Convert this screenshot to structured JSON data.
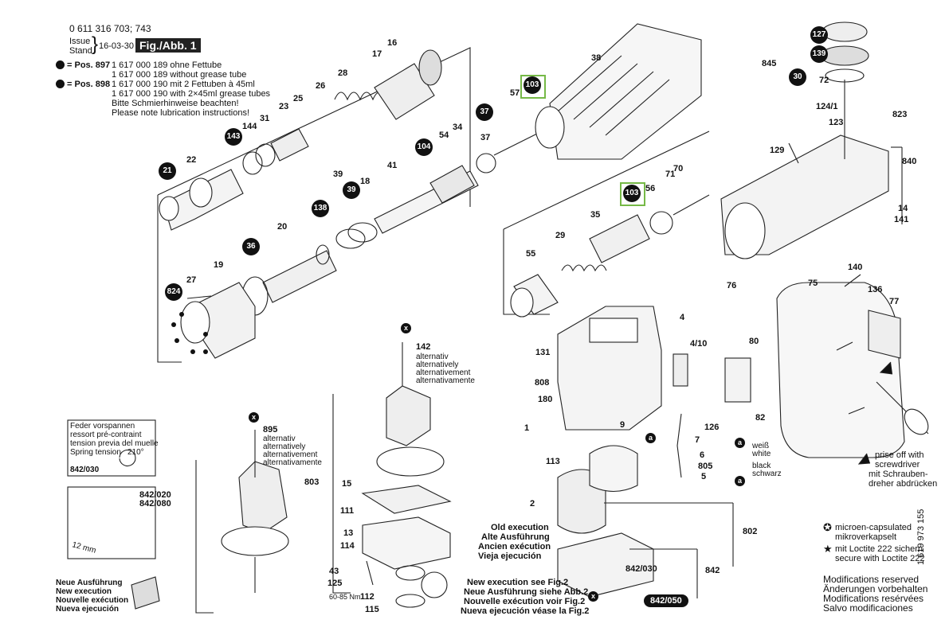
{
  "header": {
    "part_no": "0 611 316 703; 743",
    "issue_label": "Issue",
    "stand_label": "Stand",
    "issue_date": "16-03-30",
    "fig_label": "Fig./Abb. 1"
  },
  "grease": [
    {
      "pos": "= Pos. 897",
      "lines": [
        "1 617 000 189 ohne Fettube",
        "1 617 000 189 without grease tube"
      ]
    },
    {
      "pos": "= Pos. 898",
      "lines": [
        "1 617 000 190 mit 2 Fettuben à 45ml",
        "1 617 000 190 with 2×45ml grease tubes"
      ]
    }
  ],
  "lubrication_note": [
    "Bitte Schmierhinweise beachten!",
    "Please note lubrication instructions!"
  ],
  "spring_note": [
    "Feder vorspannen",
    "ressort pré-contraint",
    "tension previa del muelle",
    "Spring tension"
  ],
  "spring_angle": "210°",
  "spring_ref": "842/030",
  "alternativ_block_1": [
    "alternativ",
    "alternatively",
    "alternativement",
    "alternativamente"
  ],
  "alternativ_block_2": [
    "alternativ",
    "alternatively",
    "alternativement",
    "alternativamente"
  ],
  "new_execution": [
    "Neue Ausführung",
    "New execution",
    "Nouvelle exécution",
    "Nueva ejecución"
  ],
  "old_execution": [
    "Old execution",
    "Alte Ausführung",
    "Ancien exécution",
    "Vieja ejecución"
  ],
  "new_execution_fig2": [
    "New execution see Fig.2",
    "Neue Ausführung siehe Abb.2",
    "Nouvelle exécution voir Fig.2",
    "Nueva ejecución véase la Fig.2"
  ],
  "prise_note": [
    "prise off with",
    "screwdriver",
    "mit Schrauben-",
    "dreher abdrücken"
  ],
  "wire_labels": {
    "white": [
      "weiß",
      "white"
    ],
    "black": [
      "black",
      "schwarz"
    ]
  },
  "torque_label": "60-85 Nm",
  "dim_label": "12 mm",
  "legend": [
    {
      "symbol": "✪",
      "lines": [
        "microen-capsulated",
        "mikroverkapselt"
      ]
    },
    {
      "symbol": "★",
      "lines": [
        "mit Loctite 222 sichern",
        "secure with Loctite 222"
      ]
    }
  ],
  "modifications": [
    "Modifications reserved",
    "Änderungen vorbehalten",
    "Modifications resérvées",
    "Salvo modificaciones"
  ],
  "doc_number": "1 619 973 155",
  "part_labels": [
    "16",
    "17",
    "28",
    "26",
    "25",
    "31",
    "144",
    "23",
    "22",
    "27",
    "19",
    "20",
    "18",
    "38",
    "57",
    "37",
    "34",
    "54",
    "41",
    "39",
    "72",
    "124/1",
    "123",
    "823",
    "129",
    "840",
    "14",
    "141",
    "71",
    "70",
    "56",
    "35",
    "29",
    "55",
    "136",
    "77",
    "76",
    "75",
    "140",
    "4",
    "4/10",
    "80",
    "82",
    "126",
    "7",
    "6",
    "805",
    "5",
    "142",
    "803",
    "15",
    "111",
    "13",
    "114",
    "895",
    "842/020",
    "842/080",
    "1",
    "9",
    "180",
    "808",
    "131",
    "113",
    "2",
    "802",
    "842",
    "842/030",
    "43",
    "125",
    "112",
    "115",
    "845"
  ],
  "circled_labels": [
    "127",
    "139",
    "30",
    "143",
    "21",
    "104",
    "37",
    "138",
    "36",
    "824",
    "103",
    "103",
    "39"
  ],
  "ref_marks": [
    "x",
    "x",
    "x",
    "a",
    "a",
    "a"
  ],
  "pill_label": "842/050",
  "colors": {
    "highlight": "#76b947",
    "ink": "#111111"
  }
}
